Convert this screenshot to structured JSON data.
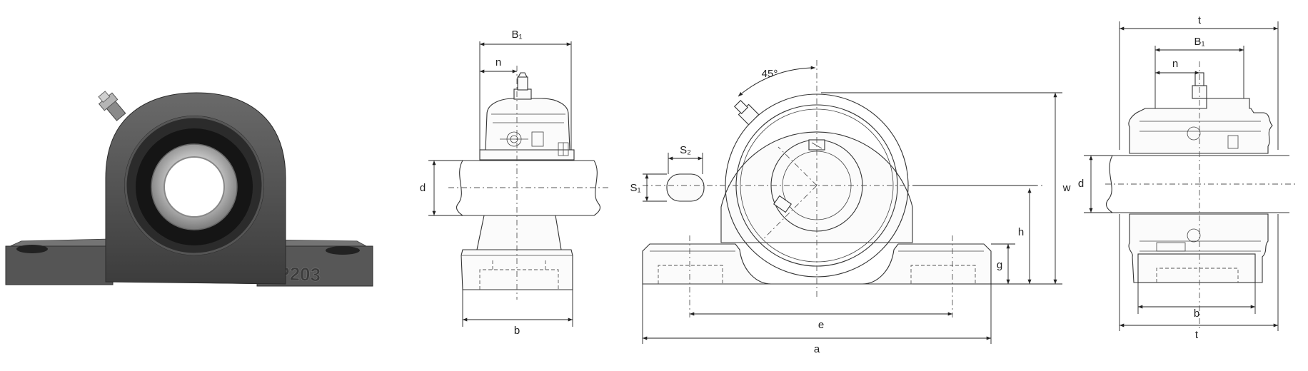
{
  "photo": {
    "housing_marking": "P203"
  },
  "views": {
    "side_left": {
      "b1": "B₁",
      "n": "n",
      "d": "d",
      "b": "b"
    },
    "front": {
      "angle": "45°",
      "s2": "S₂",
      "s1": "S₁",
      "w": "w",
      "h": "h",
      "g": "g",
      "e": "e",
      "a": "a"
    },
    "side_right": {
      "t_top": "t",
      "b1": "B₁",
      "n": "n",
      "d": "d",
      "b": "b",
      "t_bottom": "t"
    }
  }
}
